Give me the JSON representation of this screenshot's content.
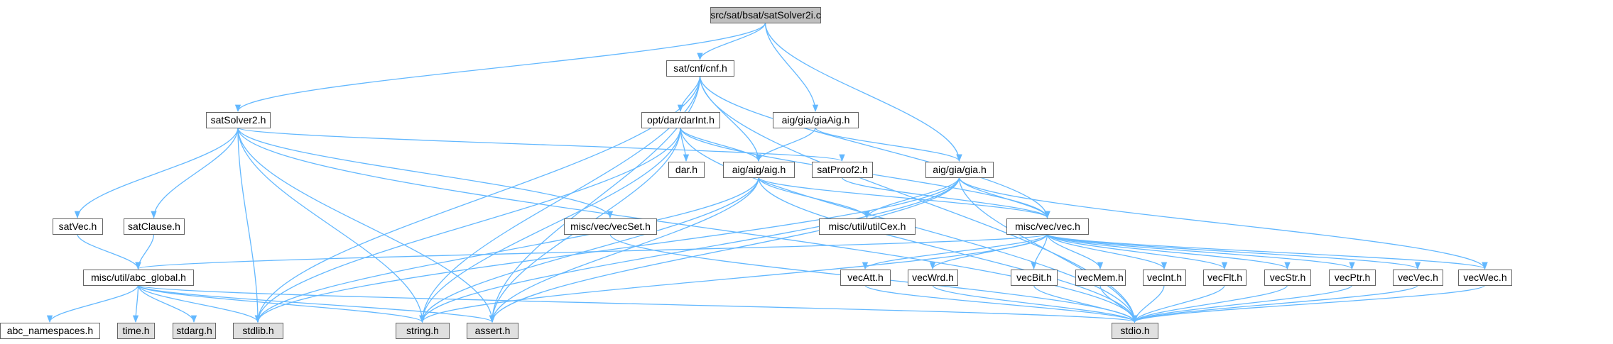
{
  "title": "src/sat/bsat/satSolver2i.c",
  "colors": {
    "root_fill": "#bfbfbf",
    "file_fill": "#ffffff",
    "system_fill": "#e0e0e0",
    "edge": "#63b8ff",
    "border": "#666666"
  },
  "nodes": [
    {
      "id": "root",
      "label": "src/sat/bsat/satSolver2i.c",
      "kind": "root"
    },
    {
      "id": "cnf",
      "label": "sat/cnf/cnf.h",
      "kind": "file"
    },
    {
      "id": "satSolver2",
      "label": "satSolver2.h",
      "kind": "file"
    },
    {
      "id": "darInt",
      "label": "opt/dar/darInt.h",
      "kind": "file"
    },
    {
      "id": "giaAig",
      "label": "aig/gia/giaAig.h",
      "kind": "file"
    },
    {
      "id": "dar",
      "label": "dar.h",
      "kind": "file"
    },
    {
      "id": "aig",
      "label": "aig/aig/aig.h",
      "kind": "file"
    },
    {
      "id": "satProof2",
      "label": "satProof2.h",
      "kind": "file"
    },
    {
      "id": "gia",
      "label": "aig/gia/gia.h",
      "kind": "file"
    },
    {
      "id": "satVec",
      "label": "satVec.h",
      "kind": "file"
    },
    {
      "id": "satClause",
      "label": "satClause.h",
      "kind": "file"
    },
    {
      "id": "vecSet",
      "label": "misc/vec/vecSet.h",
      "kind": "file"
    },
    {
      "id": "utilCex",
      "label": "misc/util/utilCex.h",
      "kind": "file"
    },
    {
      "id": "vec",
      "label": "misc/vec/vec.h",
      "kind": "file"
    },
    {
      "id": "abc_global",
      "label": "misc/util/abc_global.h",
      "kind": "file"
    },
    {
      "id": "vecAtt",
      "label": "vecAtt.h",
      "kind": "file"
    },
    {
      "id": "vecWrd",
      "label": "vecWrd.h",
      "kind": "file"
    },
    {
      "id": "vecBit",
      "label": "vecBit.h",
      "kind": "file"
    },
    {
      "id": "vecMem",
      "label": "vecMem.h",
      "kind": "file"
    },
    {
      "id": "vecInt",
      "label": "vecInt.h",
      "kind": "file"
    },
    {
      "id": "vecFlt",
      "label": "vecFlt.h",
      "kind": "file"
    },
    {
      "id": "vecStr",
      "label": "vecStr.h",
      "kind": "file"
    },
    {
      "id": "vecPtr",
      "label": "vecPtr.h",
      "kind": "file"
    },
    {
      "id": "vecVec",
      "label": "vecVec.h",
      "kind": "file"
    },
    {
      "id": "vecWec",
      "label": "vecWec.h",
      "kind": "file"
    },
    {
      "id": "abc_ns",
      "label": "abc_namespaces.h",
      "kind": "file"
    },
    {
      "id": "time",
      "label": "time.h",
      "kind": "system"
    },
    {
      "id": "stdarg",
      "label": "stdarg.h",
      "kind": "system"
    },
    {
      "id": "stdlib",
      "label": "stdlib.h",
      "kind": "system"
    },
    {
      "id": "string",
      "label": "string.h",
      "kind": "system"
    },
    {
      "id": "assert",
      "label": "assert.h",
      "kind": "system"
    },
    {
      "id": "stdio",
      "label": "stdio.h",
      "kind": "system"
    }
  ],
  "edges": [
    [
      "root",
      "cnf"
    ],
    [
      "root",
      "satSolver2"
    ],
    [
      "root",
      "giaAig"
    ],
    [
      "root",
      "gia"
    ],
    [
      "cnf",
      "darInt"
    ],
    [
      "cnf",
      "aig"
    ],
    [
      "cnf",
      "vec"
    ],
    [
      "cnf",
      "stdlib"
    ],
    [
      "cnf",
      "string"
    ],
    [
      "cnf",
      "assert"
    ],
    [
      "cnf",
      "stdio"
    ],
    [
      "satSolver2",
      "satVec"
    ],
    [
      "satSolver2",
      "satClause"
    ],
    [
      "satSolver2",
      "vecSet"
    ],
    [
      "satSolver2",
      "satProof2"
    ],
    [
      "satSolver2",
      "stdlib"
    ],
    [
      "satSolver2",
      "string"
    ],
    [
      "satSolver2",
      "assert"
    ],
    [
      "satSolver2",
      "stdio"
    ],
    [
      "darInt",
      "dar"
    ],
    [
      "darInt",
      "aig"
    ],
    [
      "darInt",
      "vec"
    ],
    [
      "darInt",
      "stdlib"
    ],
    [
      "darInt",
      "string"
    ],
    [
      "darInt",
      "assert"
    ],
    [
      "darInt",
      "stdio"
    ],
    [
      "giaAig",
      "aig"
    ],
    [
      "giaAig",
      "gia"
    ],
    [
      "aig",
      "utilCex"
    ],
    [
      "aig",
      "vec"
    ],
    [
      "aig",
      "stdlib"
    ],
    [
      "aig",
      "string"
    ],
    [
      "aig",
      "assert"
    ],
    [
      "aig",
      "stdio"
    ],
    [
      "satProof2",
      "vec"
    ],
    [
      "gia",
      "utilCex"
    ],
    [
      "gia",
      "vec"
    ],
    [
      "gia",
      "vecWec"
    ],
    [
      "gia",
      "stdlib"
    ],
    [
      "gia",
      "string"
    ],
    [
      "gia",
      "assert"
    ],
    [
      "gia",
      "stdio"
    ],
    [
      "satVec",
      "abc_global"
    ],
    [
      "satClause",
      "abc_global"
    ],
    [
      "vecSet",
      "stdio"
    ],
    [
      "vec",
      "abc_global"
    ],
    [
      "vec",
      "vecAtt"
    ],
    [
      "vec",
      "vecWrd"
    ],
    [
      "vec",
      "vecBit"
    ],
    [
      "vec",
      "vecMem"
    ],
    [
      "vec",
      "vecInt"
    ],
    [
      "vec",
      "vecFlt"
    ],
    [
      "vec",
      "vecStr"
    ],
    [
      "vec",
      "vecPtr"
    ],
    [
      "vec",
      "vecVec"
    ],
    [
      "vec",
      "vecWec"
    ],
    [
      "vec",
      "string"
    ],
    [
      "abc_global",
      "abc_ns"
    ],
    [
      "abc_global",
      "time"
    ],
    [
      "abc_global",
      "stdarg"
    ],
    [
      "abc_global",
      "stdlib"
    ],
    [
      "abc_global",
      "string"
    ],
    [
      "abc_global",
      "assert"
    ],
    [
      "abc_global",
      "stdio"
    ],
    [
      "vecAtt",
      "stdio"
    ],
    [
      "vecWrd",
      "stdio"
    ],
    [
      "vecBit",
      "stdio"
    ],
    [
      "vecMem",
      "stdio"
    ],
    [
      "vecInt",
      "stdio"
    ],
    [
      "vecFlt",
      "stdio"
    ],
    [
      "vecStr",
      "stdio"
    ],
    [
      "vecPtr",
      "stdio"
    ],
    [
      "vecVec",
      "stdio"
    ],
    [
      "vecWec",
      "stdio"
    ]
  ]
}
